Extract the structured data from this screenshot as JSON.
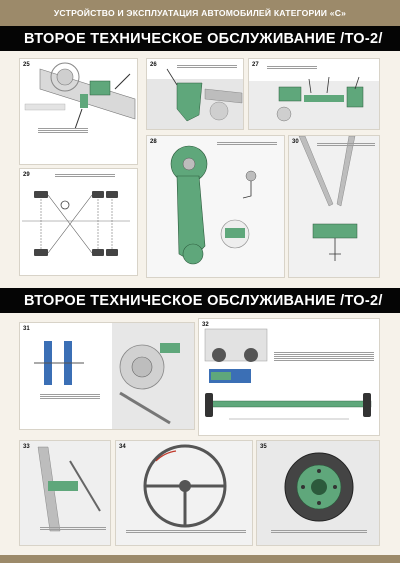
{
  "header": {
    "title": "УСТРОЙСТВО И ЭКСПЛУАТАЦИЯ АВТОМОБИЛЕЙ КАТЕГОРИИ «С»"
  },
  "sections": [
    {
      "title": "ВТОРОЕ ТЕХНИЧЕСКОЕ ОБСЛУЖИВАНИЕ /ТО-2/"
    },
    {
      "title": "ВТОРОЕ ТЕХНИЧЕСКОЕ ОБСЛУЖИВАНИЕ /ТО-2/"
    }
  ],
  "panels": {
    "p25": "25",
    "p26": "26",
    "p27": "27",
    "p28": "28",
    "p29": "29",
    "p30": "30",
    "p31": "31",
    "p32": "32",
    "p33": "33",
    "p34": "34",
    "p35": "35"
  },
  "colors": {
    "accent_green": "#5fa77b",
    "band": "#9c8a6a",
    "title_bar": "#050505",
    "highlight_blue": "#3b6fb5"
  }
}
